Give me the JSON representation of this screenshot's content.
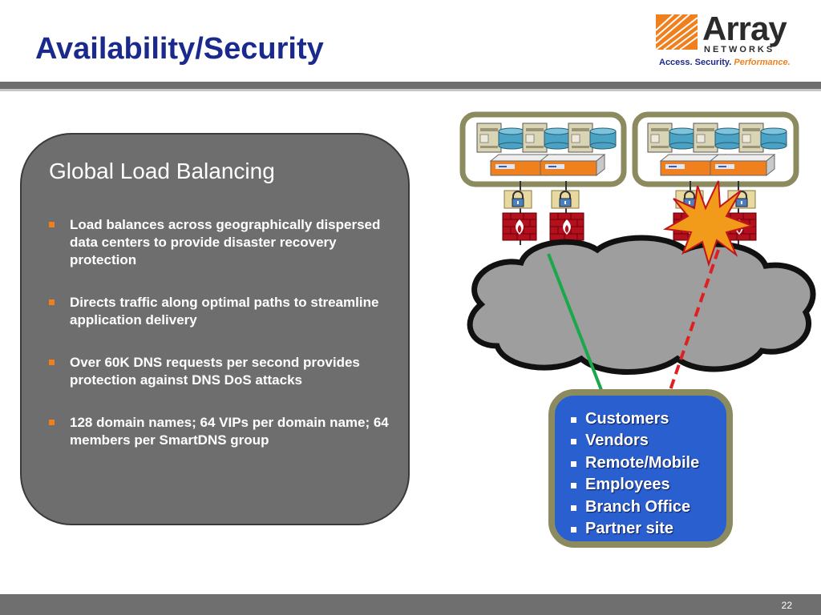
{
  "header": {
    "title": "Availability/Security"
  },
  "logo": {
    "word": "Array",
    "sub": "NETWORKS",
    "tagline_part1": "Access. Security. ",
    "tagline_part2": "Performance."
  },
  "card": {
    "title": "Global Load Balancing",
    "bullets": [
      "Load balances across geographically dispersed data centers to provide disaster recovery protection",
      "Directs traffic along optimal paths to streamline application delivery",
      "Over 60K DNS requests per second provides protection against DNS DoS attacks",
      "128 domain names; 64 VIPs per domain name; 64 members per SmartDNS group"
    ]
  },
  "audience": {
    "items": [
      "Customers",
      "Vendors",
      "Remote/Mobile",
      "Employees",
      "Branch Office",
      "Partner site"
    ]
  },
  "footer": {
    "page_number": "22"
  },
  "colors": {
    "title": "#1a2a8c",
    "accent": "#f07f1d",
    "card": "#6e6e6e",
    "audience": "#2a5fcf",
    "frame": "#8c8b60",
    "good_link": "#1aa84a",
    "failed_link": "#e02020"
  }
}
